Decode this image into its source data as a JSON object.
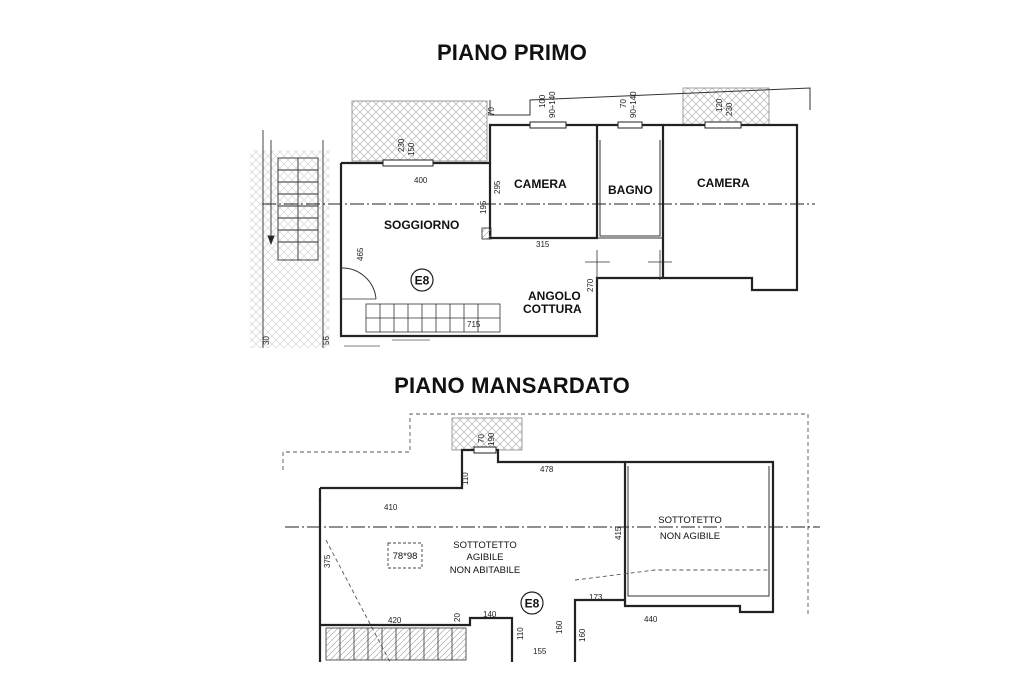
{
  "titles": {
    "first_floor": "PIANO PRIMO",
    "attic_floor": "PIANO MANSARDATO"
  },
  "first_floor": {
    "rooms": {
      "soggiorno": "SOGGIORNO",
      "camera_1": "CAMERA",
      "bagno": "BAGNO",
      "camera_2": "CAMERA",
      "angolo": "ANGOLO",
      "cottura": "COTTURA"
    },
    "unit_marker": "E8",
    "dimensions": {
      "d70": "70",
      "d100": "100",
      "d90_140_a": "90÷140",
      "d70b": "70",
      "d90_140_b": "90÷140",
      "d120": "120",
      "d230_r": "230",
      "d230_l": "230",
      "d150": "150",
      "d400": "400",
      "d295": "295",
      "d195": "195",
      "d315": "315",
      "d465": "465",
      "d270": "270",
      "d715": "715",
      "d30": "30",
      "d56": "56"
    }
  },
  "attic_floor": {
    "rooms": {
      "agibile_1": "SOTTOTETTO",
      "agibile_2": "AGIBILE",
      "agibile_3": "NON ABITABILE",
      "non_agibile_1": "SOTTOTETTO",
      "non_agibile_2": "NON AGIBILE"
    },
    "unit_marker": "E8",
    "skylight": "78*98",
    "dimensions": {
      "d70": "70",
      "d190": "190",
      "d110_top": "110",
      "d478": "478",
      "d410": "410",
      "d415": "415",
      "d375": "375",
      "d173": "173",
      "d420": "420",
      "d20": "20",
      "d140": "140",
      "d110_bot": "110",
      "d160_a": "160",
      "d160_b": "160",
      "d440": "440",
      "d155": "155"
    }
  }
}
